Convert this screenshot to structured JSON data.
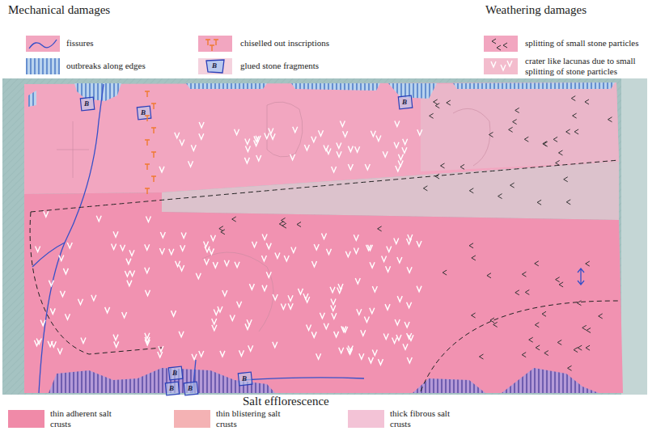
{
  "diagram": {
    "labels": [
      "Mechanical damages",
      "Weathering damages",
      "Salt efflorescence",
      "B",
      "B",
      "B",
      "B",
      "B",
      "B",
      "B",
      "B"
    ],
    "legend": [
      {
        "text": "fissures"
      },
      {
        "text": "outbreaks along edges"
      },
      {
        "text": "chiselled out inscriptions"
      },
      {
        "text": "glued stone fragments"
      },
      {
        "text": "splitting of small stone particles"
      },
      {
        "text": "crater like lacunas due to small splitting of stone particles"
      },
      {
        "text": "thin adherent salt crusts",
        "color": "#f08aa8"
      },
      {
        "text": "thin blistering salt crusts",
        "color": "#f4b2b4"
      },
      {
        "text": "thick fibrous salt crusts",
        "color": "#f3c3d6"
      }
    ]
  }
}
